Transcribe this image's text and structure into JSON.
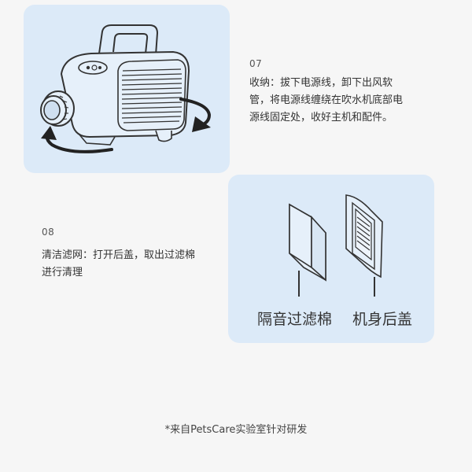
{
  "steps": [
    {
      "number": "07",
      "text": "收纳：拔下电源线，卸下出风软管，将电源线缠绕在吹水机底部电源线固定处，收好主机和配件。"
    },
    {
      "number": "08",
      "text": "清洁滤网：打开后盖，取出过滤棉进行清理"
    }
  ],
  "illustration_labels": {
    "filter": "隔音过滤棉",
    "back_cover": "机身后盖"
  },
  "footnote": "*来自PetsCare实验室针对研发"
}
